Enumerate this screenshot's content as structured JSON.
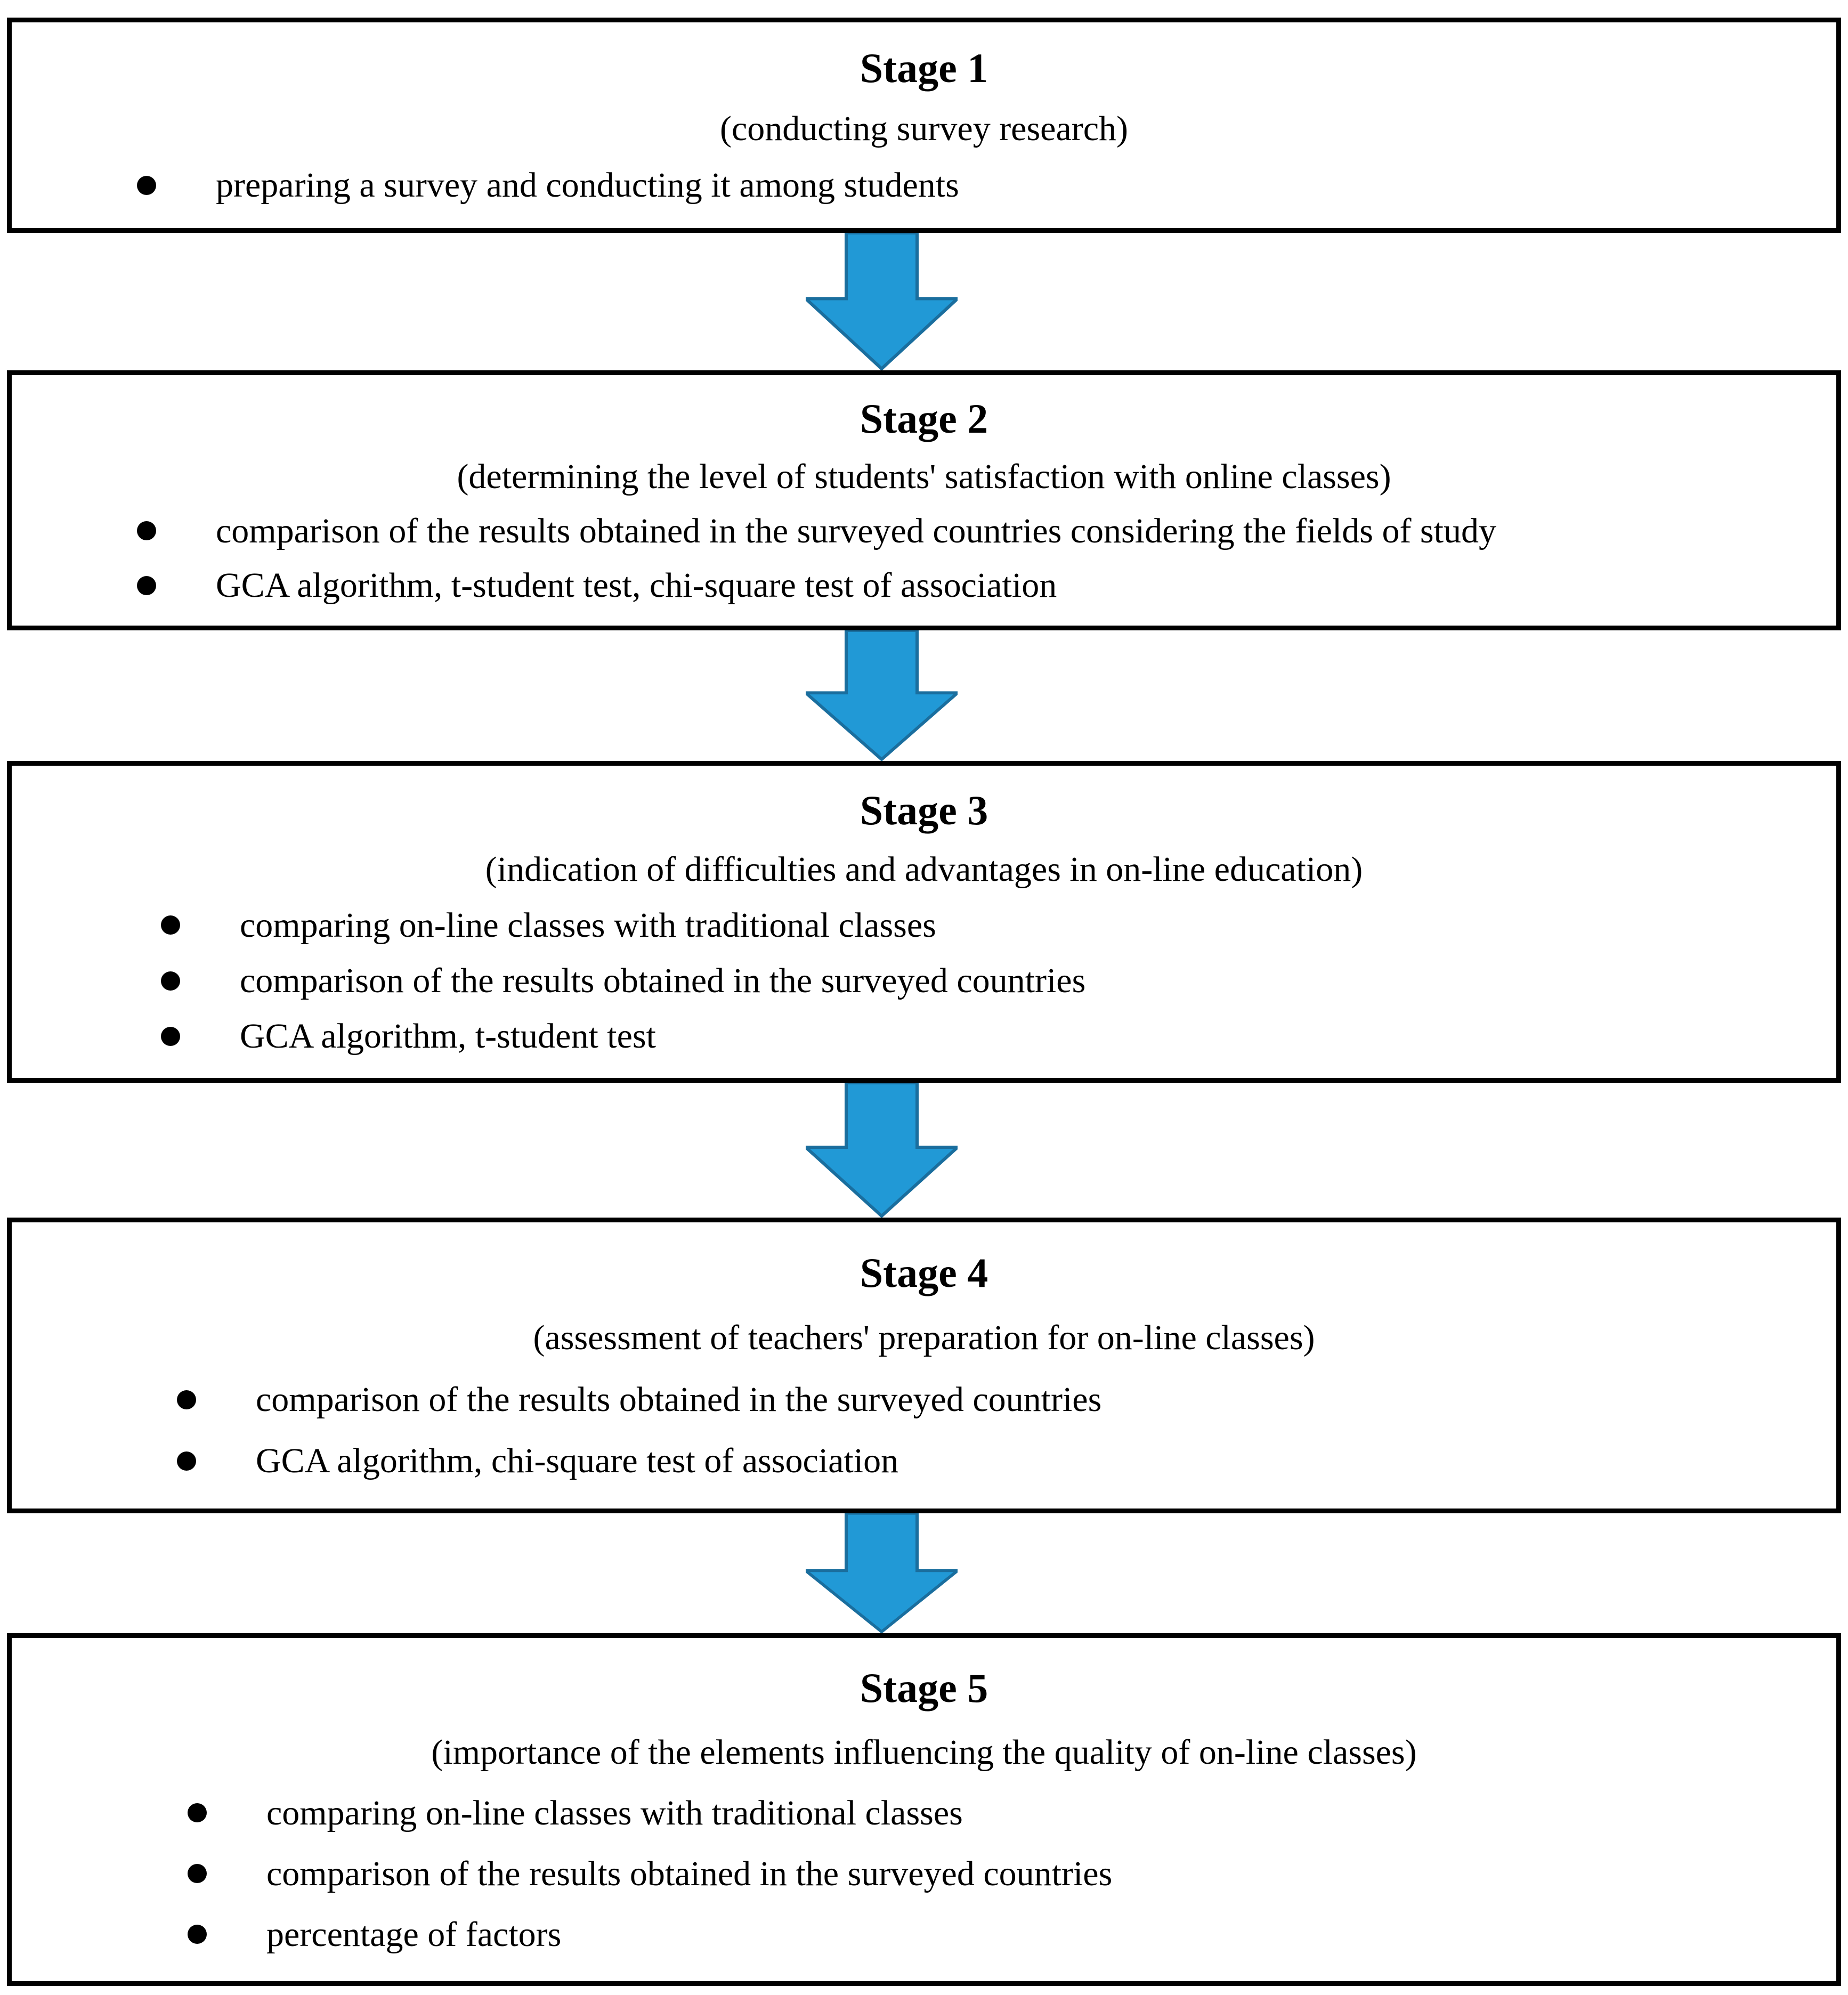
{
  "diagram": {
    "stages": [
      {
        "title": "Stage 1",
        "subtitle": "(conducting survey research)",
        "bullets": [
          "preparing a survey and conducting it among students"
        ]
      },
      {
        "title": "Stage 2",
        "subtitle": "(determining the level of students' satisfaction with online classes)",
        "bullets": [
          "comparison of the results obtained in the surveyed countries considering the fields of study",
          "GCA algorithm, t-student test, chi-square test of association"
        ]
      },
      {
        "title": "Stage 3",
        "subtitle": "(indication of difficulties and advantages in on-line education)",
        "bullets": [
          "comparing on-line classes with traditional classes",
          "comparison of the results obtained in the surveyed countries",
          "GCA algorithm, t-student test"
        ]
      },
      {
        "title": "Stage 4",
        "subtitle": "(assessment of teachers' preparation for on-line classes)",
        "bullets": [
          "comparison of the results obtained in the surveyed countries",
          "GCA algorithm, chi-square test of association"
        ]
      },
      {
        "title": "Stage 5",
        "subtitle": "(importance of the elements influencing the quality of on-line classes)",
        "bullets": [
          "comparing on-line classes with traditional classes",
          "comparison of the results obtained in the surveyed countries",
          "percentage of factors"
        ]
      }
    ],
    "colors": {
      "arrow_fill": "#2199D6",
      "arrow_stroke": "#1A6E9E",
      "box_border": "#000000",
      "background": "#FFFFFF"
    }
  }
}
